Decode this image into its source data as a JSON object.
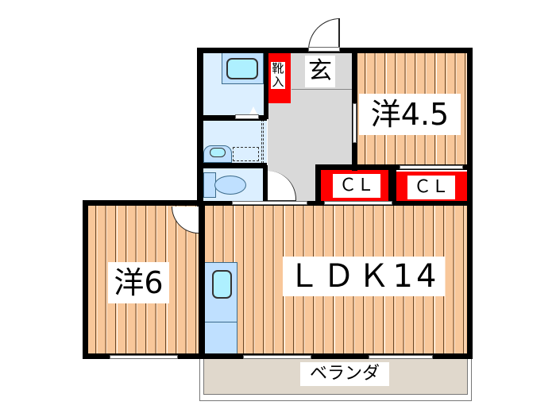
{
  "rooms": {
    "western_45": {
      "label": "洋4.5"
    },
    "western_6": {
      "label": "洋6"
    },
    "ldk": {
      "label": "ＬＤＫ14"
    },
    "entrance": {
      "label": "玄"
    },
    "shoe_storage": {
      "label_top": "靴",
      "label_bottom": "入"
    },
    "closet_1": {
      "label": "ＣＬ"
    },
    "closet_2": {
      "label": "ＣＬ"
    },
    "veranda": {
      "label": "ベランダ"
    }
  },
  "colors": {
    "flooring": "#f8c79a",
    "wet_area": "#dcefff",
    "fixture": "#bfe0ff",
    "closet": "#ff0000",
    "entrance_floor": "#d9d9d9",
    "veranda": "#e0d8cc",
    "wall": "#000000"
  }
}
